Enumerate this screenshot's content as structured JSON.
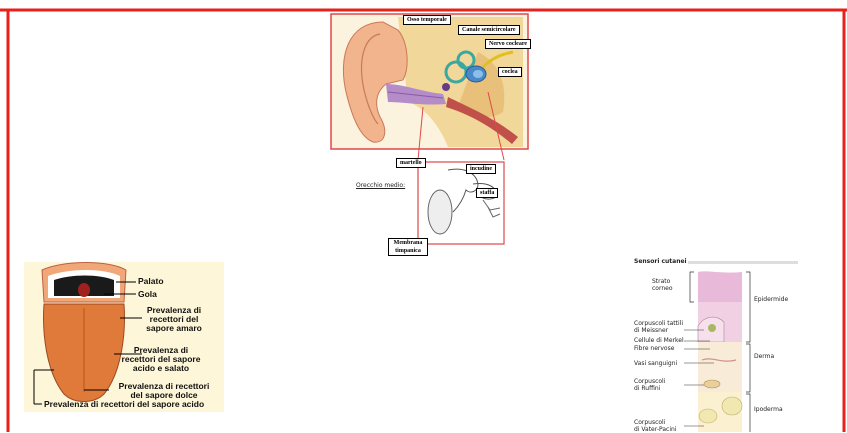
{
  "ear": {
    "labels": {
      "osso_temporale": "Osso temporale",
      "canale_semicircolare": "Canale semicircolare",
      "nervo_cocleare": "Nervo cocleare",
      "coclea": "coclea",
      "martello": "martello",
      "incudine": "incudine",
      "staffa": "staffa",
      "orecchio_medio": "Orecchio medio:",
      "membrana_timpanica": "Membrana timpanica"
    }
  },
  "tongue": {
    "labels": {
      "palato": "Palato",
      "gola": "Gola",
      "amaro": "Prevalenza di recettori del sapore amaro",
      "acido_salato": "Prevalenza di recettori del sapore acido e salato",
      "dolce": "Prevalenza di recettori del sapore dolce",
      "acido": "Prevalenza di recettori del sapore acido"
    },
    "amaro_lines": [
      "Prevalenza di",
      "recettori del",
      "sapore amaro"
    ],
    "acido_salato_lines": [
      "Prevalenza di",
      "recettori del sapore",
      "acido e salato"
    ],
    "dolce_lines": [
      "Prevalenza di recettori",
      "del sapore dolce"
    ]
  },
  "skin": {
    "title": "Sensori cutanei",
    "strato_corneo": [
      "Strato",
      "corneo"
    ],
    "epidermide": "Epidermide",
    "meissner": [
      "Corpuscoli tattili",
      "di Meissner"
    ],
    "merkel": "Cellule di Merkel",
    "fibre": "Fibre nervose",
    "derma": "Derma",
    "vasi": "Vasi sanguigni",
    "ruffini": [
      "Corpuscoli",
      "di Ruffini"
    ],
    "ipoderma": "Ipoderma",
    "pacini": [
      "Corpuscoli",
      "di Vater-Pacini"
    ]
  },
  "colors": {
    "frame": "#e8201c",
    "ear_border": "#e04848",
    "skin_corneo": "#e8b9d8",
    "tongue": "#e07a3a",
    "tongue_bg": "#fdf6d8"
  }
}
